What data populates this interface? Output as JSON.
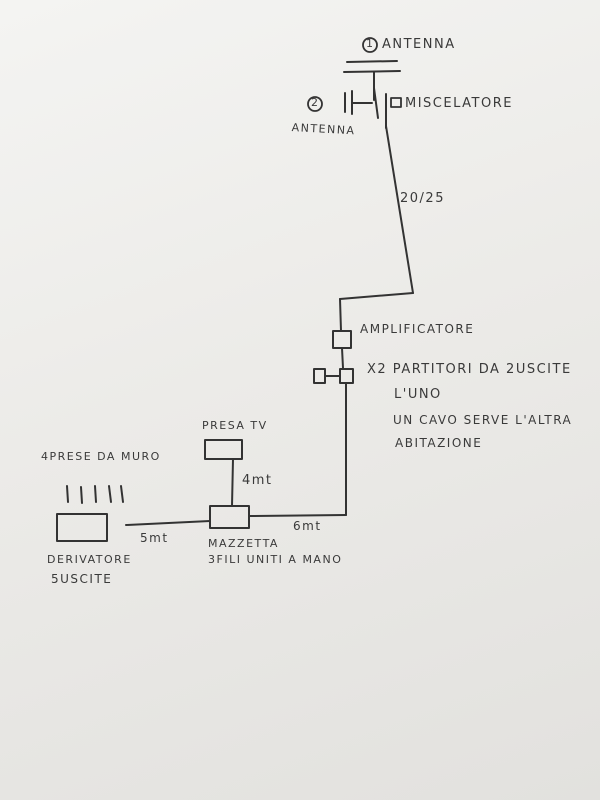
{
  "labels": {
    "antenna1_number": "1",
    "antenna1": "ANTENNA",
    "antenna2_number": "2",
    "antenna2": "ANTENNA",
    "miscelatore": "MISCELATORE",
    "cable_20_25": "20/25",
    "amplificatore": "AMPLIFICATORE",
    "partitori": "X2 PARTITORI DA 2USCITE",
    "uno": "L'UNO",
    "cavo_note": "UN CAVO SERVE L'ALTRA",
    "abitazione": "ABITAZIONE",
    "presa_tv": "PRESA TV",
    "prese_muro": "4PRESE DA MURO",
    "dist_4mt": "4mt",
    "dist_5mt": "5mt",
    "dist_6mt": "6mt",
    "mazzetta": "MAZZETTA",
    "fili_uniti": "3FILI UNITI A MANO",
    "derivatore": "DERIVATORE",
    "cinque_uscite": "5USCITE"
  },
  "colors": {
    "paper": "#efefed",
    "ink": "#333333"
  }
}
